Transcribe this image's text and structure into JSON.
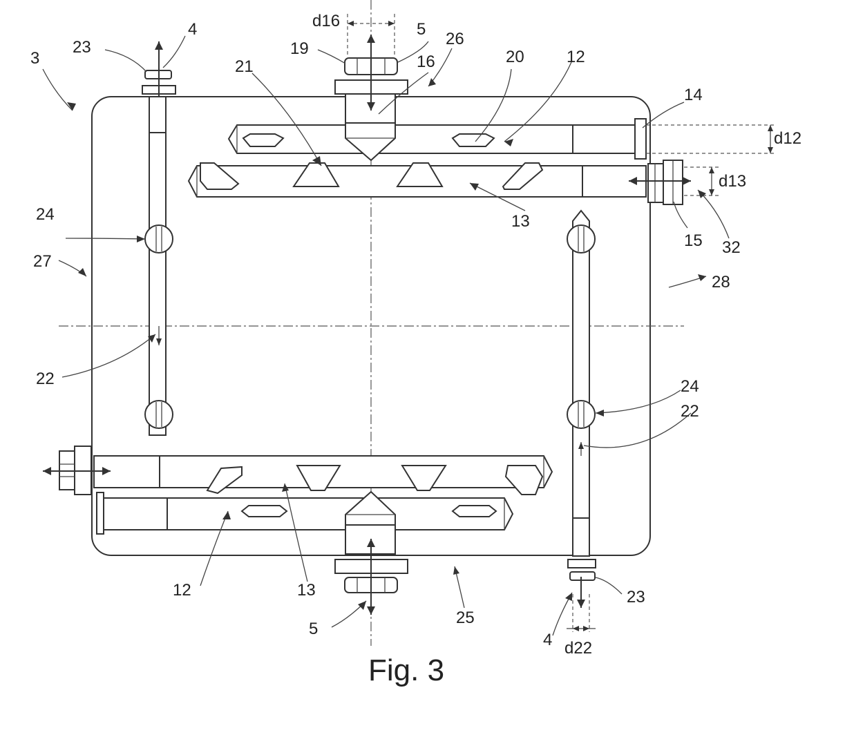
{
  "figure": {
    "caption": "Fig. 3"
  },
  "labels": {
    "l3": "3",
    "l4_top": "4",
    "l4_bottom": "4",
    "l5_top": "5",
    "l5_bottom": "5",
    "l12_top": "12",
    "l12_bottom": "12",
    "l13_top": "13",
    "l13_bottom": "13",
    "l14": "14",
    "l15": "15",
    "l16": "16",
    "l19": "19",
    "l20": "20",
    "l21": "21",
    "l22_left": "22",
    "l22_right": "22",
    "l23_top": "23",
    "l23_bottom": "23",
    "l24_left": "24",
    "l24_right": "24",
    "l25": "25",
    "l26": "26",
    "l27": "27",
    "l28": "28",
    "l32": "32",
    "d12": "d12",
    "d13": "d13",
    "d16": "d16",
    "d22": "d22"
  }
}
